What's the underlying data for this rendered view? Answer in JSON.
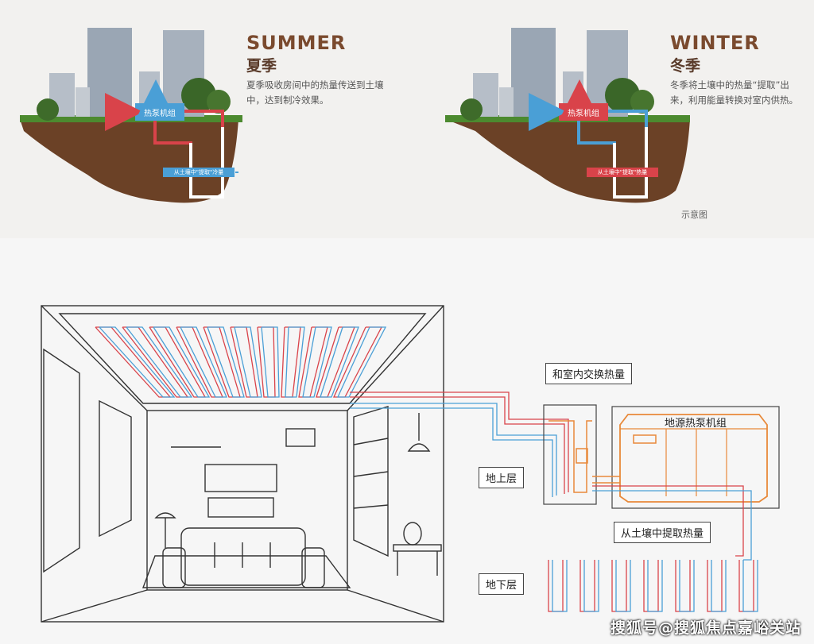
{
  "summer": {
    "title": "SUMMER",
    "subtitle": "夏季",
    "desc": "夏季吸收房间中的热量传送到土壤中，达到制冷效果。",
    "unit_label": "热泵机组",
    "pipe_label": "从土壤中\"提取\"冷量"
  },
  "winter": {
    "title": "WINTER",
    "subtitle": "冬季",
    "desc": "冬季将土壤中的热量“提取”出来，利用能量转换对室内供热。",
    "unit_label": "热泵机组",
    "pipe_label": "从土壤中\"提取\"热量"
  },
  "note": "示意图",
  "system": {
    "exchange_label": "和室内交换热量",
    "aboveground_label": "地上层",
    "unit_label": "地源热泵机组",
    "extract_label": "从土壤中提取热量",
    "underground_label": "地下层"
  },
  "colors": {
    "hot": "#d9434a",
    "cold": "#4a9fd6",
    "unit_line": "#e8893a",
    "soil": "#6b4126",
    "grass": "#4c8a2f"
  },
  "watermark": "搜狐号@搜狐焦点嘉峪关站"
}
